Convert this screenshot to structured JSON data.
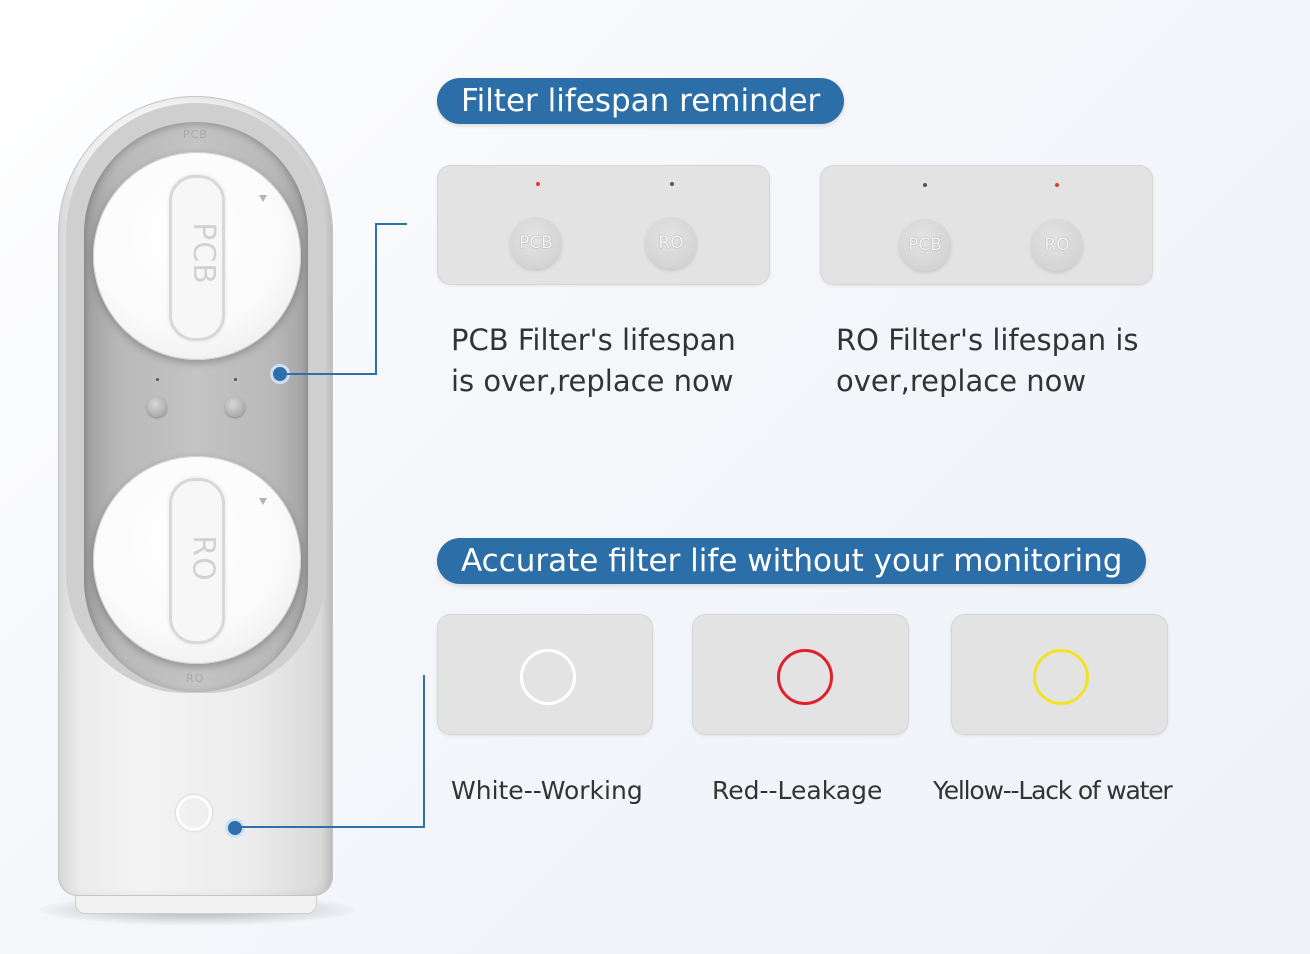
{
  "device": {
    "knob_top_label": "PCB",
    "knob_bottom_label": "RO",
    "engrave_top": "PCB",
    "engrave_bottom": "RO"
  },
  "sections": [
    {
      "heading": "Filter lifespan reminder",
      "panels": [
        {
          "buttons": [
            "PCB",
            "RO"
          ],
          "lit_indicator": "PCB",
          "lit_color": "#e53935",
          "caption_line1": "PCB Filter's lifespan",
          "caption_line2": "is over,replace now"
        },
        {
          "buttons": [
            "PCB",
            "RO"
          ],
          "lit_indicator": "RO",
          "lit_color": "#e53935",
          "caption_line1": "RO Filter's lifespan is",
          "caption_line2": "over,replace now"
        }
      ]
    },
    {
      "heading": "Accurate filter life without your monitoring",
      "statuses": [
        {
          "label": "White--Working",
          "ring_color": "#ffffff"
        },
        {
          "label": "Red--Leakage",
          "ring_color": "#e0202a"
        },
        {
          "label": "Yellow--Lack of water",
          "ring_color": "#f2e225"
        }
      ]
    }
  ],
  "colors": {
    "accent": "#2c6ea8",
    "line": "#2f6fab",
    "panel": "#e3e3e3",
    "device_body": "#f0f0f0"
  }
}
